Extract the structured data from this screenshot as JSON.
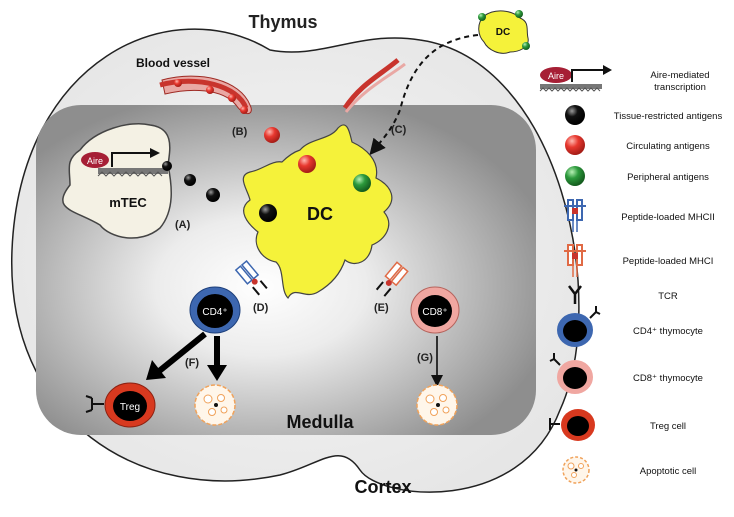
{
  "figure": {
    "title": "Thymus",
    "region_medulla": "Medulla",
    "region_cortex": "Cortex",
    "blood_vessel": "Blood vessel",
    "dc_center": "DC",
    "dc_small": "DC",
    "mtec": "mTEC",
    "aire": "Aire",
    "cd4": "CD4⁺",
    "cd8": "CD8⁺",
    "treg": "Treg",
    "steps": {
      "A": "(A)",
      "B": "(B)",
      "C": "(C)",
      "D": "(D)",
      "E": "(E)",
      "F": "(F)",
      "G": "(G)"
    }
  },
  "legend": {
    "items": [
      {
        "key": "aire",
        "label_line1": "Aire-mediated",
        "label_line2": "transcription"
      },
      {
        "key": "tra",
        "label": "Tissue-restricted antigens"
      },
      {
        "key": "circ",
        "label": "Circulating antigens"
      },
      {
        "key": "periph",
        "label": "Peripheral antigens"
      },
      {
        "key": "mhcii",
        "label": "Peptide-loaded MHCII"
      },
      {
        "key": "mhci",
        "label": "Peptide-loaded MHCI"
      },
      {
        "key": "tcr",
        "label": "TCR"
      },
      {
        "key": "cd4t",
        "label": "CD4⁺ thymocyte"
      },
      {
        "key": "cd8t",
        "label": "CD8⁺ thymocyte"
      },
      {
        "key": "treg",
        "label": "Treg cell"
      },
      {
        "key": "apop",
        "label": "Apoptotic cell"
      }
    ]
  },
  "colors": {
    "cortex": "#efefef",
    "medulla": "#9a9a9a",
    "dc_yellow": "#f5f23a",
    "antigen_red": "#e8382f",
    "antigen_green": "#2c9a3c",
    "cd4_blue": "#3d67b0",
    "cd8_pink": "#f0a7a1",
    "treg_red": "#d8391f",
    "vessel_red": "#d9453f",
    "apoptotic_orange": "#f0a25a"
  }
}
